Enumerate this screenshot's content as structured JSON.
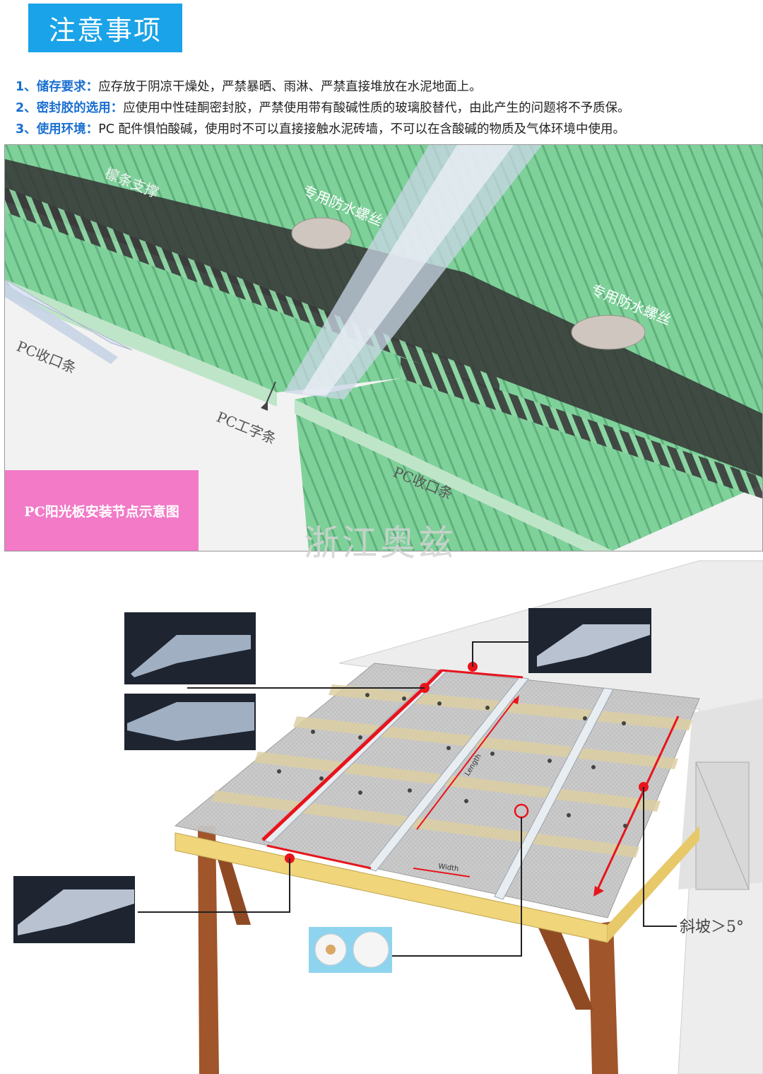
{
  "header": {
    "title": "注意事项"
  },
  "notes": [
    {
      "num": "1、",
      "label": "储存要求：",
      "text": "应存放于阴凉干燥处，严禁暴晒、雨淋、严禁直接堆放在水泥地面上。"
    },
    {
      "num": "2、",
      "label": "密封胶的选用：",
      "text": "应使用中性硅酮密封胶，严禁使用带有酸碱性质的玻璃胶替代，由此产生的问题将不予质保。"
    },
    {
      "num": "3、",
      "label": "使用环境：",
      "text": "PC 配件惧怕酸碱，使用时不可以直接接触水泥砖墙，不可以在含酸碱的物质及气体环境中使用。"
    }
  ],
  "diagram1": {
    "purlin_label": "檩条支撑",
    "screw_label_1": "专用防水螺丝",
    "screw_label_2": "专用防水螺丝",
    "edge_strip_label_1": "PC收口条",
    "h_strip_label": "PC工字条",
    "edge_strip_label_2": "PC收口条",
    "caption": "PC阳光板安装节点示意图"
  },
  "watermark": "浙江奥兹",
  "diagram2": {
    "length_label": "Length",
    "width_label": "Width",
    "slope_label": "斜坡＞5°"
  },
  "colors": {
    "header_bg": "#1aa3e8",
    "accent_blue": "#1a6fd0",
    "caption_bg": "#f27ac7",
    "marker_red": "#e8141c"
  }
}
